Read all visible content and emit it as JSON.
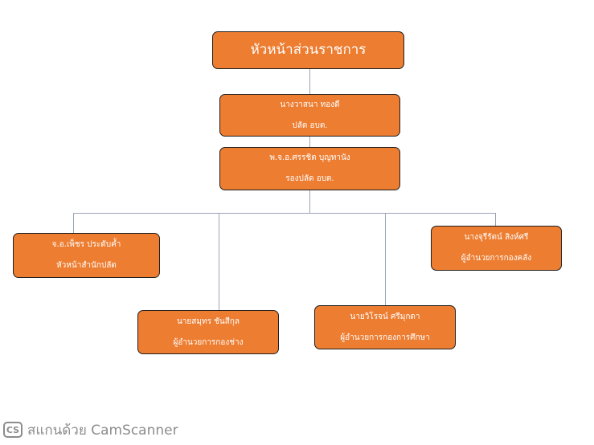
{
  "org_chart": {
    "top": {
      "title": "หัวหน้าส่วนราชการ"
    },
    "chief": {
      "name": "นางวาสนา ทองดี",
      "position": "ปลัด อบต."
    },
    "deputy": {
      "name": "พ.จ.อ.ศรรชิต  บุญทานัง",
      "position": "รองปลัด อบต."
    },
    "departments": [
      {
        "name": "จ.อ.เพ็ชร ประดับค้ำ",
        "position": "หัวหน้าสำนักปลัด"
      },
      {
        "name": "นายสมุทร ชันสีกุล",
        "position": "ผู้อำนวยการกองช่าง"
      },
      {
        "name": "นายวิโรจน์ ศรีมุกดา",
        "position": "ผู้อำนวยการกองการศึกษา"
      },
      {
        "name": "นางจุรีรัตน์ สิงห์ศรี",
        "position": "ผู้อำนวยการกองคลัง"
      }
    ]
  },
  "colors": {
    "box_fill": "#ed7d31",
    "connector": "#9aa3b5",
    "text": "#ffffff"
  },
  "watermark": {
    "logo": "CS",
    "text": "สแกนด้วย CamScanner"
  }
}
